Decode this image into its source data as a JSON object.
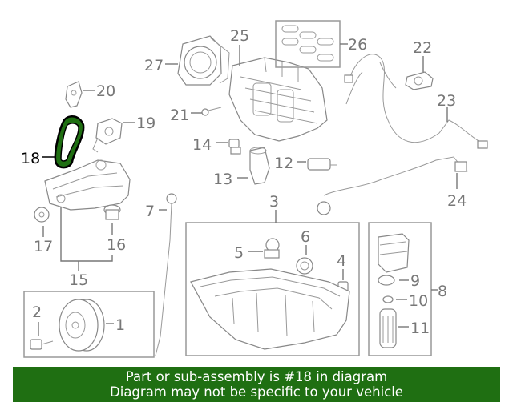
{
  "callouts": {
    "c1": "1",
    "c2": "2",
    "c3": "3",
    "c4": "4",
    "c5": "5",
    "c6": "6",
    "c7": "7",
    "c8": "8",
    "c9": "9",
    "c10": "10",
    "c11": "11",
    "c12": "12",
    "c13": "13",
    "c14": "14",
    "c15": "15",
    "c16": "16",
    "c17": "17",
    "c18": "18",
    "c19": "19",
    "c20": "20",
    "c21": "21",
    "c22": "22",
    "c23": "23",
    "c24": "24",
    "c25": "25",
    "c26": "26",
    "c27": "27"
  },
  "highlight": {
    "part": "18",
    "color": "#1f6f12"
  },
  "banner": {
    "line1": "Part or sub-assembly is #18 in diagram",
    "line2": "Diagram may not be specific to your vehicle",
    "background": "#1f6f12"
  }
}
